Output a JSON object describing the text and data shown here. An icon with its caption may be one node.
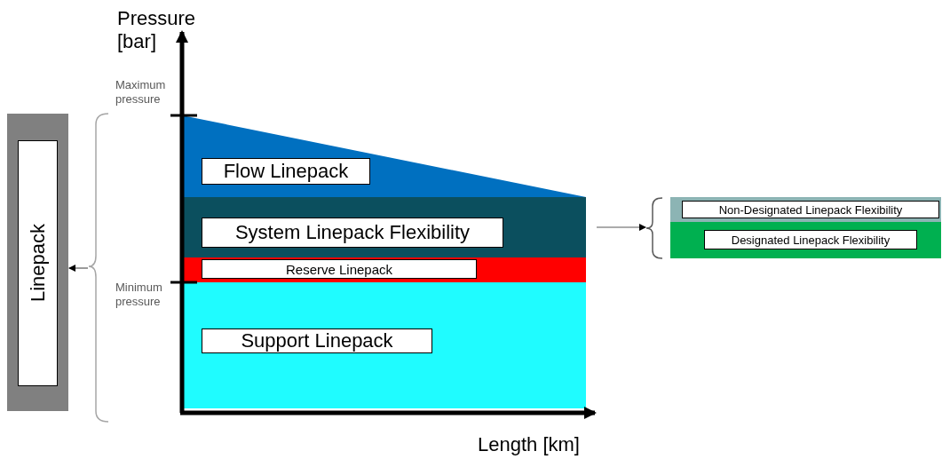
{
  "diagram": {
    "nodes": [
      {
        "text": [
          "Linepack"
        ]
      },
      {
        "text": [
          "Flow Linepack"
        ]
      },
      {
        "text": [
          "System Linepack Flexibility"
        ]
      },
      {
        "text": [
          "Reserve Linepack"
        ]
      },
      {
        "text": [
          "Support Linepack"
        ]
      },
      {
        "text": [
          "Non-Designated Linepack Flexibility"
        ]
      },
      {
        "text": [
          "Designated Linepack Flexibility"
        ]
      },
      {
        "text": [],
        "shape": "brace"
      },
      {
        "text": [],
        "shape": "brace"
      }
    ],
    "edges": [
      {
        "from": 7,
        "to": 0,
        "arrow": "to"
      },
      {
        "from": 2,
        "to": 8,
        "arrow": "to"
      }
    ],
    "labels": [
      "Pressure [bar]",
      "Maximum pressure",
      "Minimum pressure",
      "Length [km]"
    ]
  }
}
